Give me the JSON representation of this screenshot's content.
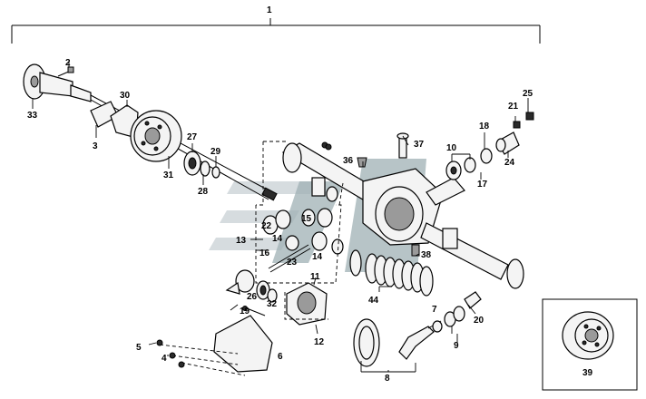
{
  "callouts": {
    "c1": "1",
    "c2": "2",
    "c3": "3",
    "c4": "4",
    "c5": "5",
    "c6": "6",
    "c7": "7",
    "c8": "8",
    "c9": "9",
    "c10": "10",
    "c11": "11",
    "c12": "12",
    "c13": "13",
    "c14a": "14",
    "c14b": "14",
    "c15": "15",
    "c16": "16",
    "c17": "17",
    "c18": "18",
    "c19": "19",
    "c20": "20",
    "c21": "21",
    "c22": "22",
    "c23": "23",
    "c24": "24",
    "c25": "25",
    "c26": "26",
    "c27": "27",
    "c28": "28",
    "c29": "29",
    "c30": "30",
    "c31": "31",
    "c32": "32",
    "c33": "33",
    "c36": "36",
    "c37": "37",
    "c38": "38",
    "c39": "39",
    "c44": "44"
  }
}
